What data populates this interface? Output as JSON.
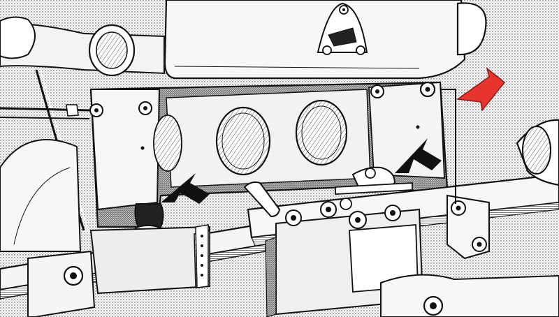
{
  "colors": {
    "line": "#111111",
    "hatch": "#7a7a7a",
    "paper": "#ffffff",
    "plate": "#e9e9e9",
    "indicator_arrow": "#e8342c",
    "indicator_arrow_outline": "#8a1a14",
    "pointer_arrow": "#111111"
  },
  "indicator": {
    "arrow_color_name": "red",
    "target": "bracket-bolt"
  },
  "pointers": [
    {
      "target": "left-mount-rubber"
    },
    {
      "target": "center-mount-rubber"
    }
  ]
}
